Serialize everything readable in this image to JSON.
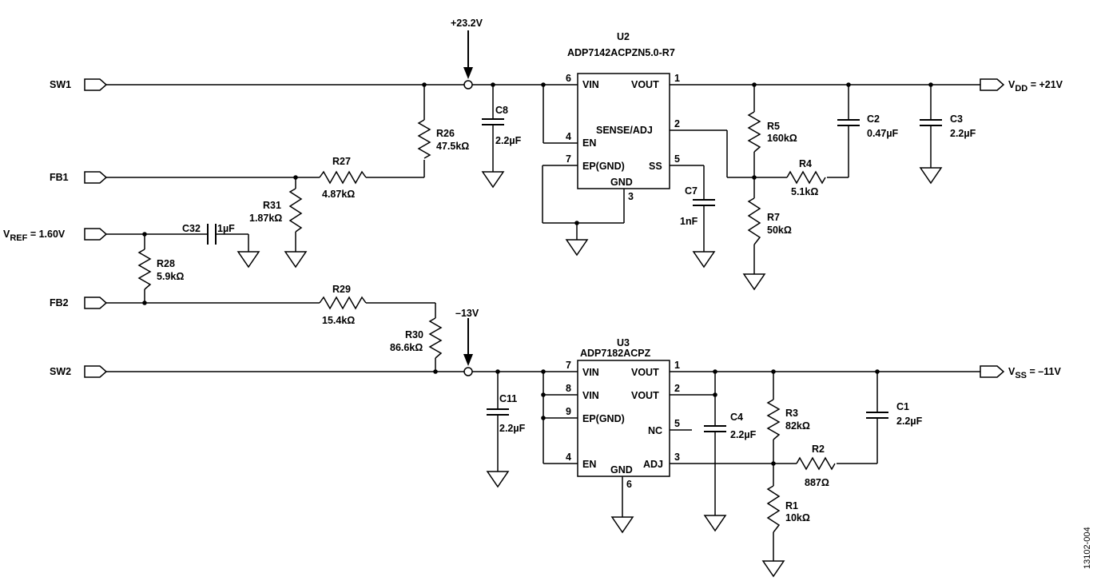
{
  "ports": {
    "sw1": "SW1",
    "fb1": "FB1",
    "vref_main": "V",
    "vref_sub": "REF",
    "vref_val": " = 1.60V",
    "fb2": "FB2",
    "sw2": "SW2",
    "vdd_main": "V",
    "vdd_sub": "DD",
    "vdd_val": " = +21V",
    "vss_main": "V",
    "vss_sub": "SS",
    "vss_val": " = –11V"
  },
  "voltages": {
    "pos": "+23.2V",
    "neg": "–13V"
  },
  "u2": {
    "ref": "U2",
    "part": "ADP7142ACPZN5.0-R7",
    "pins": {
      "vin": "VIN",
      "en": "EN",
      "ep": "EP(GND)",
      "vout": "VOUT",
      "sense": "SENSE/ADJ",
      "ss": "SS",
      "gnd": "GND"
    },
    "pin_nums": {
      "vin": "6",
      "en": "4",
      "ep": "7",
      "vout": "1",
      "sense": "2",
      "ss": "5",
      "gnd": "3"
    }
  },
  "u3": {
    "ref": "U3",
    "part": "ADP7182ACPZ",
    "pins": {
      "vin1": "VIN",
      "vin2": "VIN",
      "ep": "EP(GND)",
      "en": "EN",
      "vout1": "VOUT",
      "vout2": "VOUT",
      "nc": "NC",
      "adj": "ADJ",
      "gnd": "GND"
    },
    "pin_nums": {
      "vin1": "7",
      "vin2": "8",
      "ep": "9",
      "en": "4",
      "vout1": "1",
      "vout2": "2",
      "nc": "5",
      "adj": "3",
      "gnd": "6"
    }
  },
  "components": {
    "r26": {
      "ref": "R26",
      "val": "47.5kΩ"
    },
    "r27": {
      "ref": "R27",
      "val": "4.87kΩ"
    },
    "r31": {
      "ref": "R31",
      "val": "1.87kΩ"
    },
    "c32": {
      "ref": "C32",
      "val": "1µF"
    },
    "r28": {
      "ref": "R28",
      "val": "5.9kΩ"
    },
    "r29": {
      "ref": "R29",
      "val": "15.4kΩ"
    },
    "r30": {
      "ref": "R30",
      "val": "86.6kΩ"
    },
    "c8": {
      "ref": "C8",
      "val": "2.2µF"
    },
    "c7": {
      "ref": "C7",
      "val": "1nF"
    },
    "r5": {
      "ref": "R5",
      "val": "160kΩ"
    },
    "r4": {
      "ref": "R4",
      "val": "5.1kΩ"
    },
    "r7": {
      "ref": "R7",
      "val": "50kΩ"
    },
    "c2": {
      "ref": "C2",
      "val": "0.47µF"
    },
    "c3": {
      "ref": "C3",
      "val": "2.2µF"
    },
    "c11": {
      "ref": "C11",
      "val": "2.2µF"
    },
    "c4": {
      "ref": "C4",
      "val": "2.2µF"
    },
    "r3": {
      "ref": "R3",
      "val": "82kΩ"
    },
    "r2": {
      "ref": "R2",
      "val": "887Ω"
    },
    "r1": {
      "ref": "R1",
      "val": "10kΩ"
    },
    "c1": {
      "ref": "C1",
      "val": "2.2µF"
    }
  },
  "figure_id": "13102-004"
}
